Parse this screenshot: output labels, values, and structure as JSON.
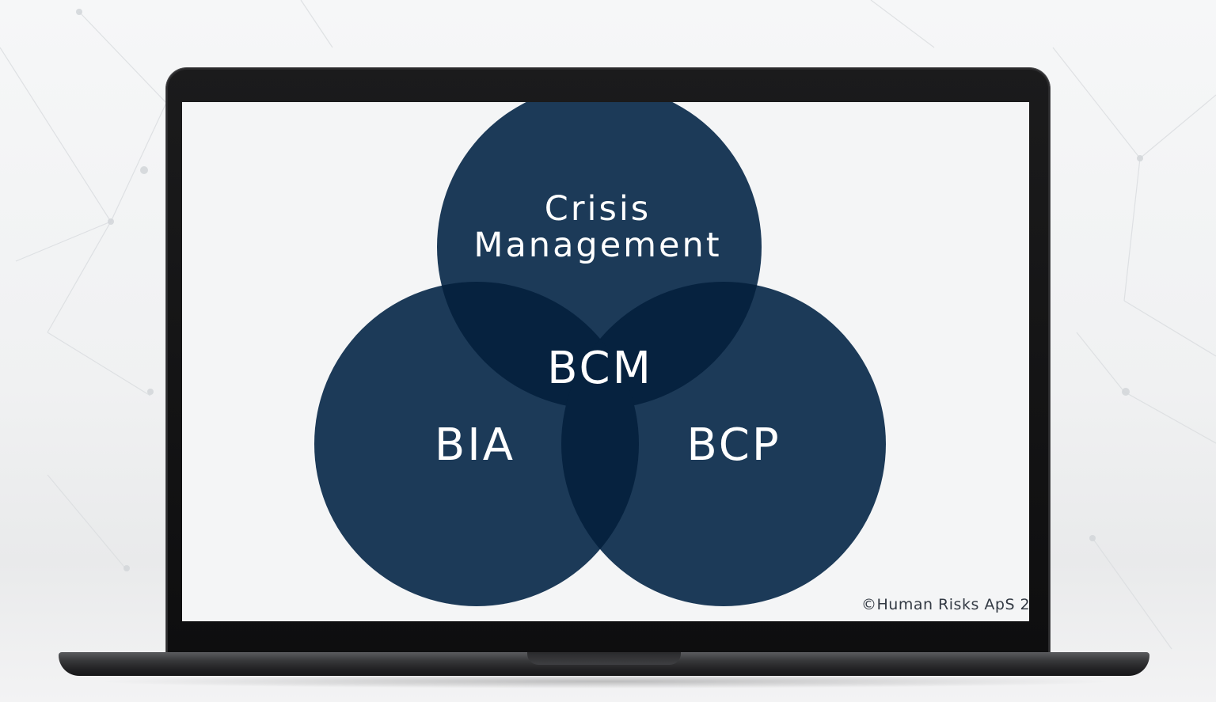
{
  "diagram": {
    "type": "venn",
    "circles": [
      {
        "label": "Crisis Management"
      },
      {
        "label": "BIA"
      },
      {
        "label": "BCP"
      }
    ],
    "center_label": "BCM",
    "copyright": "©Human Risks ApS 2"
  },
  "colors": {
    "circle_fill": "#1c3a58",
    "overlap_fill": "#06223f",
    "text": "#ffffff",
    "screen_bg": "#f4f5f6",
    "laptop_frame": "#111112"
  }
}
